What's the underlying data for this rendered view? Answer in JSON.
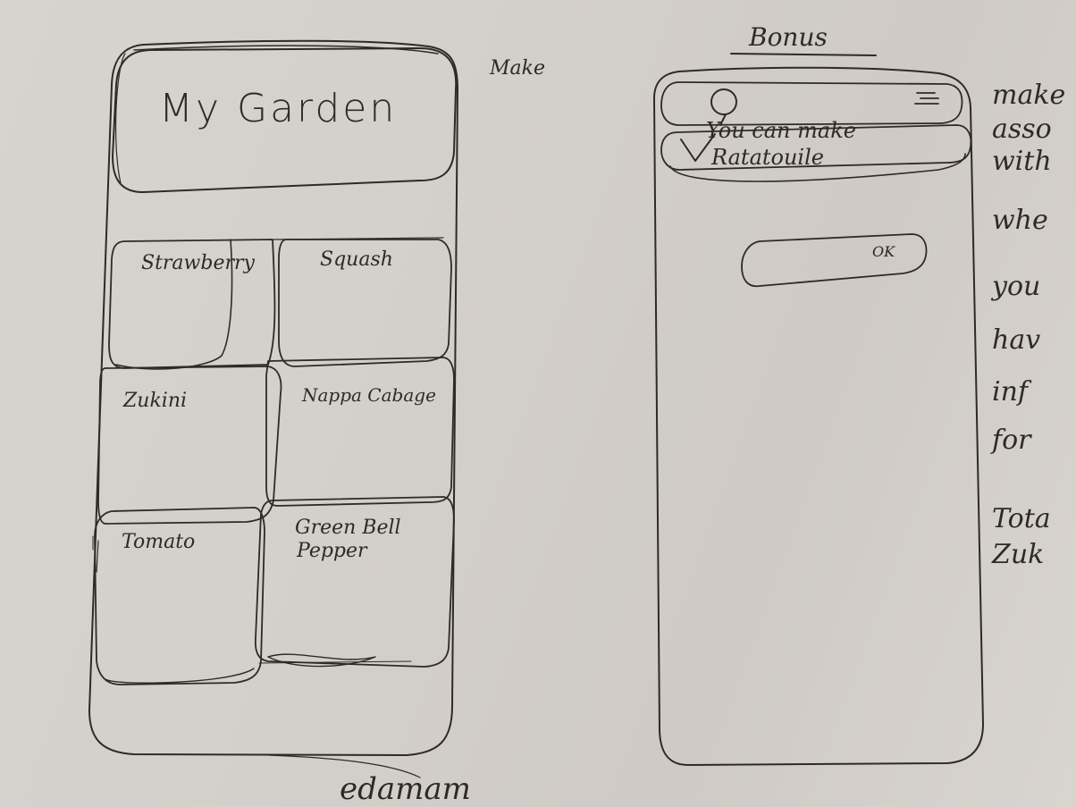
{
  "bonus_heading": "Bonus",
  "left_phone": {
    "header_title": "My Garden",
    "side_note": "Make",
    "grid": [
      {
        "label": "Strawberry"
      },
      {
        "label": "Squash"
      },
      {
        "label": "Zukini"
      },
      {
        "label": "Nappa Cabage"
      },
      {
        "label": "Tomato"
      },
      {
        "label": "Green Bell",
        "label2": "Pepper"
      }
    ]
  },
  "right_phone": {
    "notification_line1": "You can make",
    "notification_line2": "Ratatouile",
    "ok_button_label": "OK"
  },
  "right_margin_note": [
    "make",
    "asso",
    "with",
    "whe",
    "you",
    "hav",
    "inf",
    "for",
    "Tota",
    "Zuk"
  ],
  "bottom_note": "edamam",
  "ink_color": "#2b2723",
  "paper_color": "#d3cfca"
}
